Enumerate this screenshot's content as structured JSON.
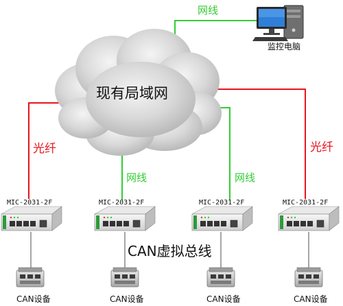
{
  "cloud": {
    "label": "现有局域网"
  },
  "monitor_pc": {
    "label": "监控电脑"
  },
  "links": {
    "pc_link_label": "网线",
    "fiber_left_label": "光纤",
    "fiber_right_label": "光纤",
    "cable_2_label": "网线",
    "cable_3_label": "网线"
  },
  "bus": {
    "label": "CAN虚拟总线"
  },
  "switches": [
    {
      "model": "MIC-2031-2F"
    },
    {
      "model": "MIC-2031-2F"
    },
    {
      "model": "MIC-2031-2F"
    },
    {
      "model": "MIC-2031-2F"
    }
  ],
  "devices": [
    {
      "label": "CAN设备"
    },
    {
      "label": "CAN设备"
    },
    {
      "label": "CAN设备"
    },
    {
      "label": "CAN设备"
    }
  ],
  "colors": {
    "ethernet": "#33cc33",
    "fiber": "#e8141e",
    "device_link": "#888888",
    "cloud": "#c9c9c9"
  }
}
